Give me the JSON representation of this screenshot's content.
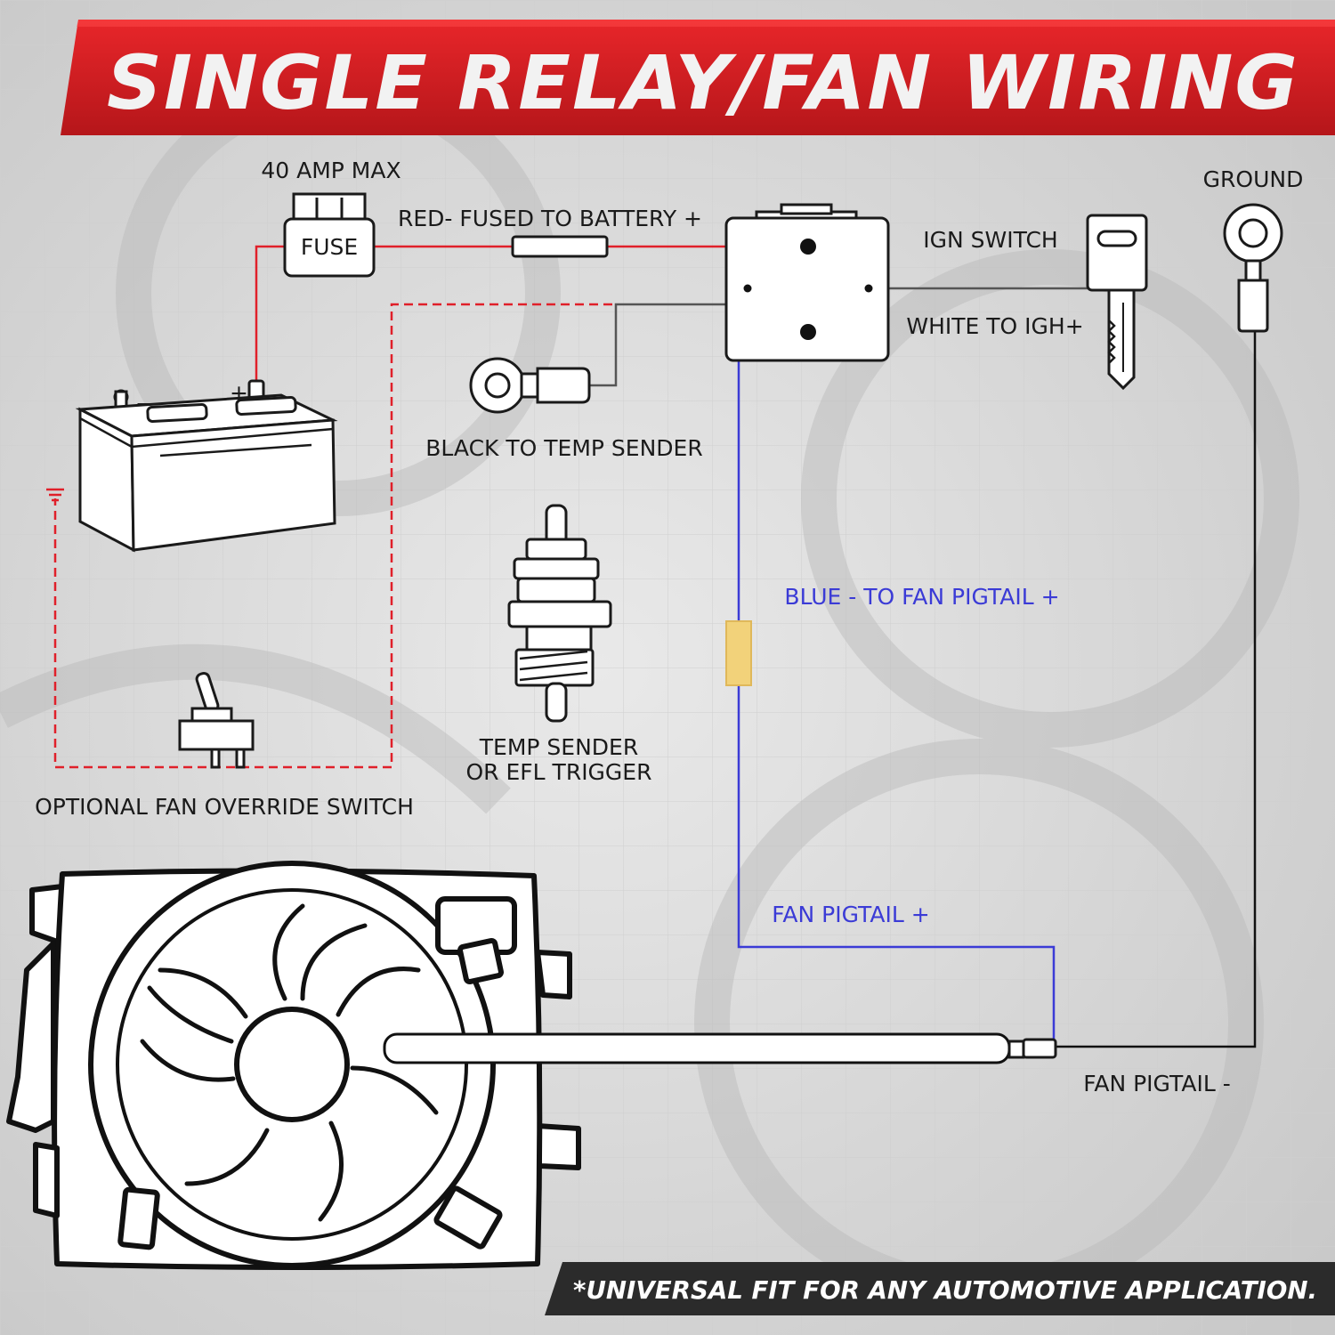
{
  "title": "SINGLE RELAY/FAN WIRING",
  "footer": "*UNIVERSAL FIT FOR ANY AUTOMOTIVE APPLICATION.",
  "labels": {
    "amp_max": "40 AMP MAX",
    "fuse": "FUSE",
    "red_wire": "RED- FUSED TO BATTERY +",
    "ign_switch": "IGN SWITCH",
    "white_wire": "WHITE TO IGH+",
    "ground": "GROUND",
    "black_wire": "BLACK TO TEMP SENDER",
    "temp_sender_line1": "TEMP SENDER",
    "temp_sender_line2": "OR EFL TRIGGER",
    "override_switch": "OPTIONAL FAN OVERRIDE SWITCH",
    "blue_wire": "BLUE - TO FAN PIGTAIL +",
    "fan_pigtail_pos": "FAN PIGTAIL +",
    "fan_pigtail_neg": "FAN PIGTAIL -",
    "battery_plus": "+",
    "battery_minus": "−"
  },
  "colors": {
    "banner_red": "#d41f1f",
    "wire_red": "#e0202a",
    "wire_blue": "#3b3bd6",
    "wire_gray": "#555555",
    "connector_yellow": "#f2d27a",
    "footer_bg": "#2b2b2b"
  },
  "icons": [
    "fuse-icon",
    "relay-icon",
    "key-icon",
    "ring-terminal-icon",
    "battery-icon",
    "temp-sender-icon",
    "toggle-switch-icon",
    "radiator-fan-icon"
  ]
}
